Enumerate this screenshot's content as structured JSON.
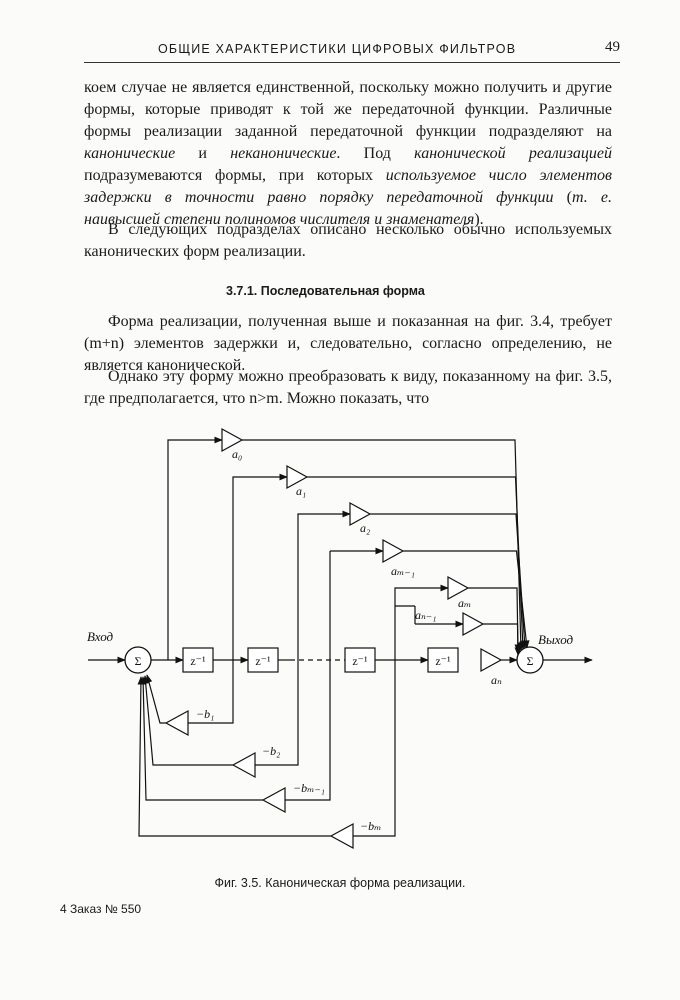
{
  "header": {
    "running_title": "ОБЩИЕ ХАРАКТЕРИСТИКИ ЦИФРОВЫХ ФИЛЬТРОВ",
    "page_number": "49"
  },
  "paragraphs": {
    "p1": [
      {
        "text": "коем случае не является единственной, поскольку можно получить и другие формы, которые приводят к той же передаточной функции. Различные формы реализации заданной передаточной функции подразделяют на ",
        "italic": false
      },
      {
        "text": "канонические",
        "italic": true
      },
      {
        "text": " и ",
        "italic": false
      },
      {
        "text": "неканонические",
        "italic": true
      },
      {
        "text": ". Под ",
        "italic": false
      },
      {
        "text": "канонической реализацией",
        "italic": true
      },
      {
        "text": " подразумеваются формы, при которых ",
        "italic": false
      },
      {
        "text": "используемое число элементов задержки в точности равно порядку передаточной функции",
        "italic": true
      },
      {
        "text": " (",
        "italic": false
      },
      {
        "text": "т. е. наивысшей степени полиномов числителя и знаменателя",
        "italic": true
      },
      {
        "text": ").",
        "italic": false
      }
    ],
    "p2": "В следующих подразделах описано несколько обычно используемых канонических форм реализации.",
    "p3": "Форма реализации, полученная выше и показанная на фиг. 3.4, требует (m+n) элементов задержки и, следовательно, согласно определению, не является канонической.",
    "p4": "Однако эту форму можно преобразовать к виду, показанному на фиг. 3.5, где предполагается, что n>m. Можно показать, что"
  },
  "section_heading": "3.7.1. Последовательная форма",
  "diagram": {
    "input_label": "Вход",
    "output_label": "Выход",
    "sum_symbol": "Σ",
    "delay_label": "z⁻¹",
    "forward_coefficients": [
      "a₀",
      "a₁",
      "a₂",
      "aₘ₋₁",
      "aₘ",
      "aₙ₋₁",
      "aₙ"
    ],
    "feedback_coefficients": [
      "−b₁",
      "−b₂",
      "−bₘ₋₁",
      "−bₘ"
    ]
  },
  "caption": "Фиг. 3.5. Каноническая форма реализации.",
  "footer": "4  Заказ № 550"
}
